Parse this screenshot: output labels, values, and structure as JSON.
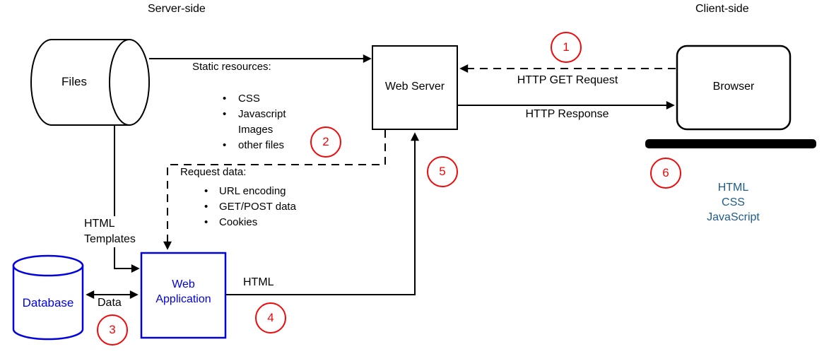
{
  "regions": {
    "server": "Server-side",
    "client": "Client-side"
  },
  "nodes": {
    "files": "Files",
    "web_server": "Web Server",
    "browser": "Browser",
    "database": "Database",
    "web_application": "Web Application"
  },
  "edge_labels": {
    "http_get_request": "HTTP GET Request",
    "http_response": "HTTP Response",
    "html_templates": "HTML\nTemplates",
    "data": "Data",
    "html": "HTML"
  },
  "static_resources": {
    "title": "Static resources:",
    "items": [
      {
        "text": "CSS",
        "bullet": true
      },
      {
        "text": "Javascript",
        "bullet": true
      },
      {
        "text": "Images",
        "bullet": false
      },
      {
        "text": "other files",
        "bullet": true
      }
    ]
  },
  "request_data": {
    "title": "Request data:",
    "items": [
      {
        "text": "URL encoding",
        "bullet": true
      },
      {
        "text": "GET/POST data",
        "bullet": true
      },
      {
        "text": "Cookies",
        "bullet": true
      }
    ]
  },
  "client_stack": {
    "lines": [
      "HTML",
      "CSS",
      "JavaScript"
    ]
  },
  "steps": [
    "1",
    "2",
    "3",
    "4",
    "5",
    "6"
  ],
  "colors": {
    "node_accent_blue": "#0202dd",
    "client_stack_blue": "#1f5c8b",
    "step_red": "#ee0a0a",
    "line_black": "#000000"
  }
}
